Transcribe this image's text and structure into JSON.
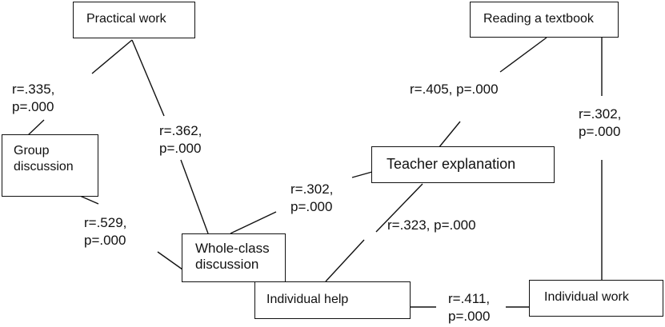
{
  "nodes": {
    "practical_work": "Practical work",
    "reading_textbook": "Reading a textbook",
    "group_discussion": "Group discussion",
    "teacher_explanation": "Teacher explanation",
    "whole_class_discussion": "Whole-class discussion",
    "individual_help": "Individual help",
    "individual_work": "Individual work"
  },
  "correlations": {
    "practical_group": {
      "r": "r=.335,",
      "p": "p=.000"
    },
    "practical_wholeclass": {
      "r": "r=.362,",
      "p": "p=.000"
    },
    "group_wholeclass": {
      "r": "r=.529,",
      "p": "p=.000"
    },
    "wholeclass_teacher": {
      "r": "r=.302,",
      "p": "p=.000"
    },
    "reading_teacher": "r=.405, p=.000",
    "reading_individualwork": {
      "r": "r=.302,",
      "p": "p=.000"
    },
    "teacher_individualhelp": "r=.323, p=.000",
    "individualhelp_individualwork": {
      "r": "r=.411,",
      "p": "p=.000"
    }
  }
}
